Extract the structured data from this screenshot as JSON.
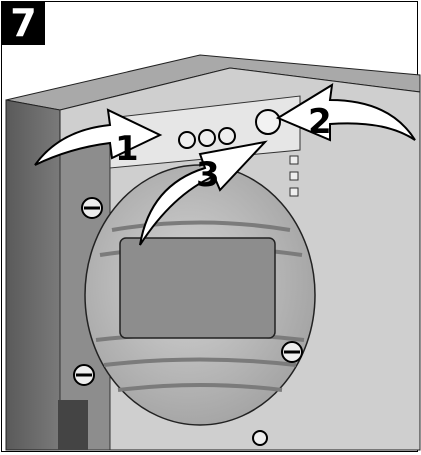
{
  "figure": {
    "step_number": "7",
    "callouts": {
      "first": "1",
      "second": "2",
      "third": "3"
    }
  }
}
